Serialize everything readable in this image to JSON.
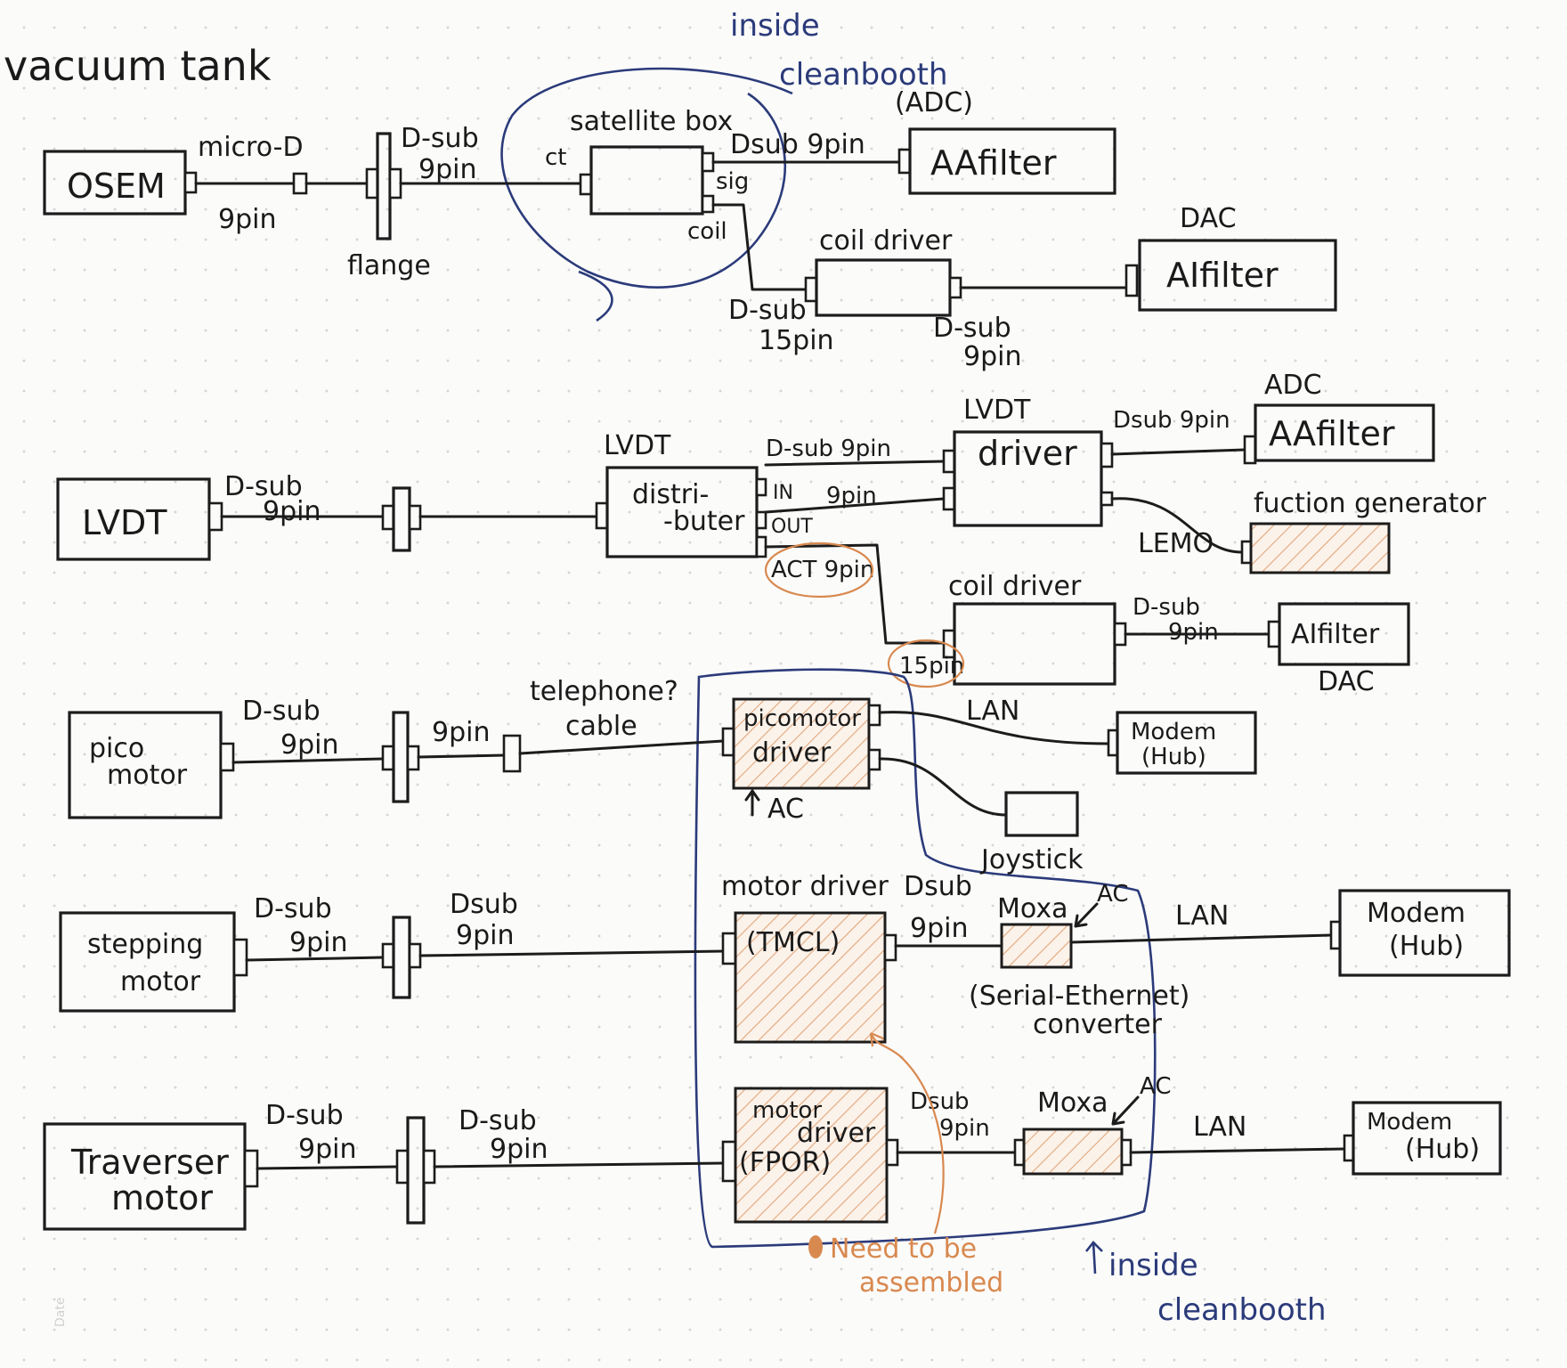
{
  "title": "vacuum tank",
  "rows": {
    "osem": {
      "device": "OSEM",
      "cable1_top": "micro-D",
      "cable1_bottom": "9pin",
      "flange_label": "flange",
      "cable2_top": "D-sub",
      "cable2_bottom": "9pin",
      "satellite": "satellite box",
      "port_ct": "ct",
      "port_sig": "sig",
      "port_coil": "coil",
      "aa_top": "Dsub 9pin",
      "aa_paren": "(ADC)",
      "aa": "AAfilter",
      "coil_driver": "coil driver",
      "coil_in_1": "D-sub",
      "coil_in_2": "15pin",
      "coil_out_1": "D-sub",
      "coil_out_2": "9pin",
      "dac": "DAC",
      "ai": "AIfilter",
      "region": "inside cleanbooth"
    },
    "lvdt": {
      "device": "LVDT",
      "cable1_top": "D-sub",
      "cable1_bottom": "9pin",
      "distributer_top": "LVDT",
      "distributer_1": "distri-",
      "distributer_2": "-buter",
      "port_in": "IN",
      "port_out": "OUT",
      "port_act": "ACT 9pin",
      "line_in": "D-sub 9pin",
      "line_out": "9pin",
      "driver_top": "LVDT",
      "driver": "driver",
      "aa_cable": "Dsub 9pin",
      "adc": "ADC",
      "aa": "AAfilter",
      "lemo": "LEMO",
      "fg": "fuction generator",
      "coil_driver": "coil driver",
      "coil_in": "15pin",
      "coil_out_1": "D-sub",
      "coil_out_2": "9pin",
      "ai": "AIfilter",
      "dac": "DAC"
    },
    "pico": {
      "device_1": "pico",
      "device_2": "motor",
      "cable1_top": "D-sub",
      "cable1_bottom": "9pin",
      "cable2": "9pin",
      "cable3_1": "telephone?",
      "cable3_2": "cable",
      "driver_1": "picomotor",
      "driver_2": "driver",
      "ac": "AC",
      "lan": "LAN",
      "modem_1": "Modem",
      "modem_2": "(Hub)",
      "joystick": "Joystick"
    },
    "stepping": {
      "device_1": "stepping",
      "device_2": "motor",
      "cable1_top": "D-sub",
      "cable1_bottom": "9pin",
      "cable2_top": "Dsub",
      "cable2_bottom": "9pin",
      "driver_label": "motor driver",
      "driver_model": "(TMCL)",
      "cable3_top": "Dsub",
      "cable3_bottom": "9pin",
      "moxa": "Moxa",
      "ac": "AC",
      "lan": "LAN",
      "conv_1": "(Serial-Ethernet)",
      "conv_2": "converter",
      "modem_1": "Modem",
      "modem_2": "(Hub)"
    },
    "traverser": {
      "device_1": "Traverser",
      "device_2": "motor",
      "cable1_top": "D-sub",
      "cable1_bottom": "9pin",
      "cable2_top": "D-sub",
      "cable2_bottom": "9pin",
      "driver_1": "motor",
      "driver_2": "driver",
      "driver_3": "(FPOR)",
      "cable3_top": "Dsub",
      "cable3_bottom": "9pin",
      "moxa": "Moxa",
      "ac": "AC",
      "lan": "LAN",
      "modem_1": "Modem",
      "modem_2": "(Hub)"
    }
  },
  "notes": {
    "assemble_1": "Need to be",
    "assemble_2": "assembled",
    "cleanbooth_bottom": "inside cleanbooth",
    "cleanbooth_1": "inside",
    "cleanbooth_2": "cleanbooth",
    "date": "Date"
  },
  "colors": {
    "ink": "#1c1c1c",
    "blue_annotation": "#2b3b7a",
    "orange_annotation": "#d8894f",
    "hatch": "#e3a77c"
  }
}
